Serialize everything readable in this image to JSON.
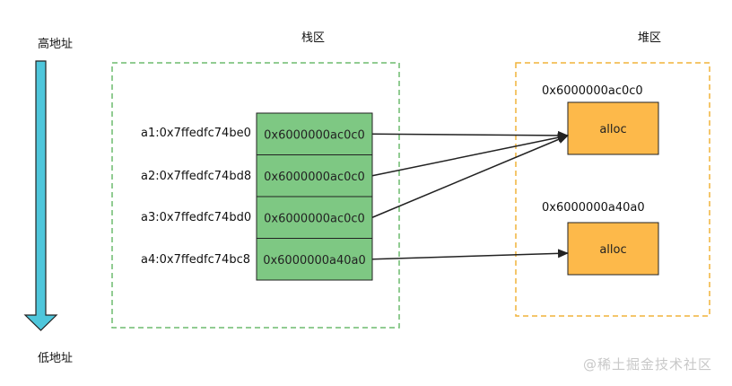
{
  "labels": {
    "high_address": "高地址",
    "low_address": "低地址",
    "stack_area": "栈区",
    "heap_area": "堆区",
    "watermark": "@稀土掘金技术社区"
  },
  "stack": [
    {
      "address": "a1:0x7ffedfc74be0",
      "value": "0x6000000ac0c0",
      "points_to": 0
    },
    {
      "address": "a2:0x7ffedfc74bd8",
      "value": "0x6000000ac0c0",
      "points_to": 0
    },
    {
      "address": "a3:0x7ffedfc74bd0",
      "value": "0x6000000ac0c0",
      "points_to": 0
    },
    {
      "address": "a4:0x7ffedfc74bc8",
      "value": "0x6000000a40a0",
      "points_to": 1
    }
  ],
  "heap": [
    {
      "address": "0x6000000ac0c0",
      "label": "alloc"
    },
    {
      "address": "0x6000000a40a0",
      "label": "alloc"
    }
  ],
  "colors": {
    "stack_cell": "#7ec883",
    "heap_block": "#fdb94a",
    "stack_border": "#6dbb6e",
    "heap_border": "#f0b43a",
    "address_arrow": "#4ec6db"
  }
}
